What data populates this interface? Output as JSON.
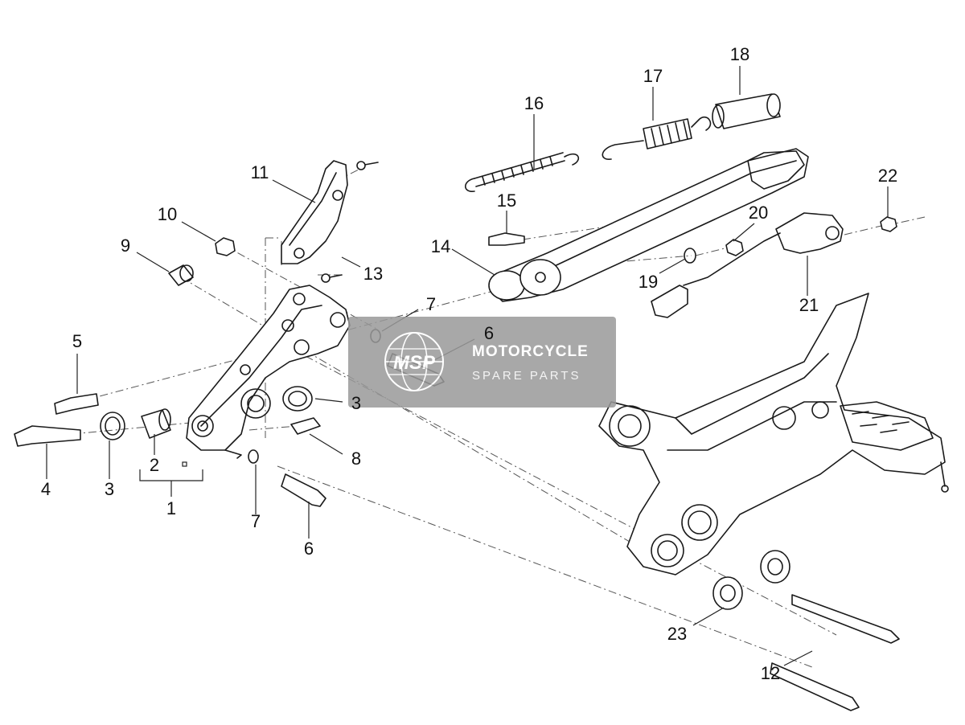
{
  "diagram": {
    "callouts": [
      {
        "id": "c1",
        "label": "1"
      },
      {
        "id": "c2",
        "label": "2"
      },
      {
        "id": "c3a",
        "label": "3"
      },
      {
        "id": "c3b",
        "label": "3"
      },
      {
        "id": "c4",
        "label": "4"
      },
      {
        "id": "c5",
        "label": "5"
      },
      {
        "id": "c6a",
        "label": "6"
      },
      {
        "id": "c6b",
        "label": "6"
      },
      {
        "id": "c7a",
        "label": "7"
      },
      {
        "id": "c7b",
        "label": "7"
      },
      {
        "id": "c8",
        "label": "8"
      },
      {
        "id": "c9",
        "label": "9"
      },
      {
        "id": "c10",
        "label": "10"
      },
      {
        "id": "c11",
        "label": "11"
      },
      {
        "id": "c12",
        "label": "12"
      },
      {
        "id": "c13",
        "label": "13"
      },
      {
        "id": "c14",
        "label": "14"
      },
      {
        "id": "c15",
        "label": "15"
      },
      {
        "id": "c16",
        "label": "16"
      },
      {
        "id": "c17",
        "label": "17"
      },
      {
        "id": "c18",
        "label": "18"
      },
      {
        "id": "c19",
        "label": "19"
      },
      {
        "id": "c20",
        "label": "20"
      },
      {
        "id": "c21",
        "label": "21"
      },
      {
        "id": "c22",
        "label": "22"
      },
      {
        "id": "c23",
        "label": "23"
      }
    ]
  },
  "watermark": {
    "logo_text": "MSP",
    "title": "MOTORCYCLE",
    "subtitle": "SPARE PARTS",
    "background_color": "#9a9a9a",
    "accent_color": "#e07a5f"
  }
}
